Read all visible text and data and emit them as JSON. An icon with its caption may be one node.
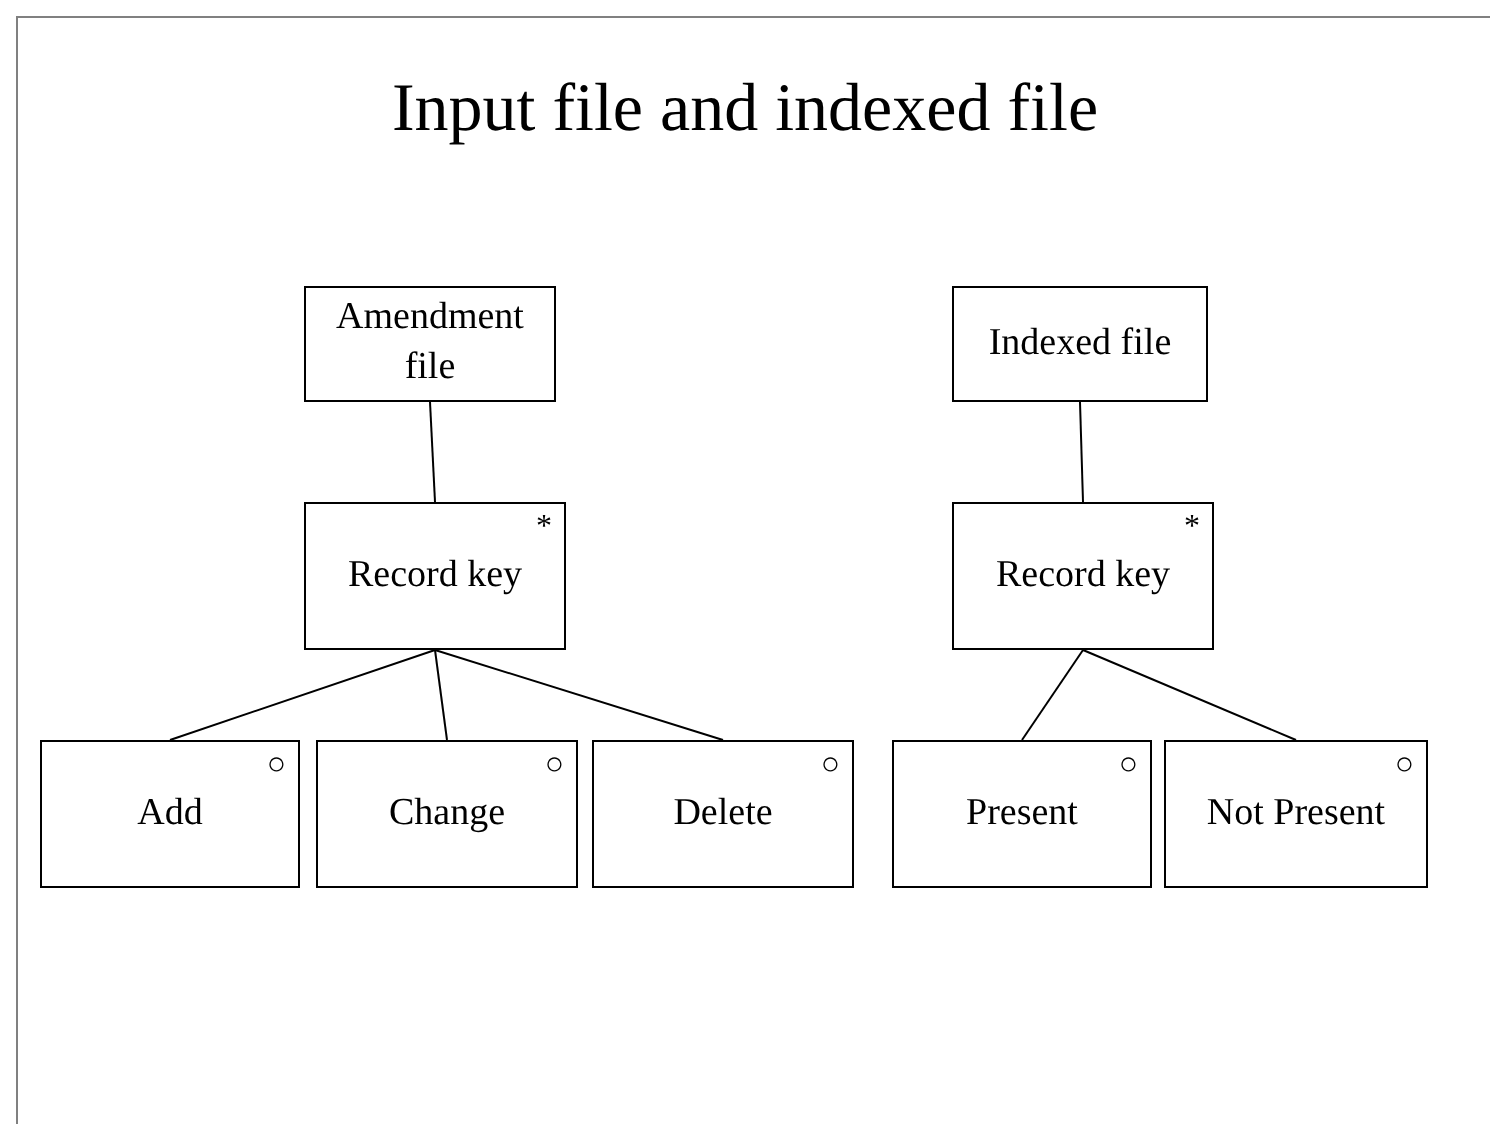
{
  "diagram": {
    "title": "Input file and indexed file",
    "nodes": [
      {
        "text": [
          "Amendment file"
        ]
      },
      {
        "text": [
          "Record key",
          "*"
        ]
      },
      {
        "text": [
          "Add",
          "○"
        ]
      },
      {
        "text": [
          "Change",
          "○"
        ]
      },
      {
        "text": [
          "Delete",
          "○"
        ]
      },
      {
        "text": [
          "Indexed file"
        ]
      },
      {
        "text": [
          "Record key",
          "*"
        ]
      },
      {
        "text": [
          "Present",
          "○"
        ]
      },
      {
        "text": [
          "Not Present",
          "○"
        ]
      }
    ],
    "edges": [
      {
        "from": 0,
        "to": 1,
        "arrow": "none"
      },
      {
        "from": 1,
        "to": 2,
        "arrow": "none"
      },
      {
        "from": 1,
        "to": 3,
        "arrow": "none"
      },
      {
        "from": 1,
        "to": 4,
        "arrow": "none"
      },
      {
        "from": 5,
        "to": 6,
        "arrow": "none"
      },
      {
        "from": 6,
        "to": 7,
        "arrow": "none"
      },
      {
        "from": 6,
        "to": 8,
        "arrow": "none"
      }
    ]
  }
}
